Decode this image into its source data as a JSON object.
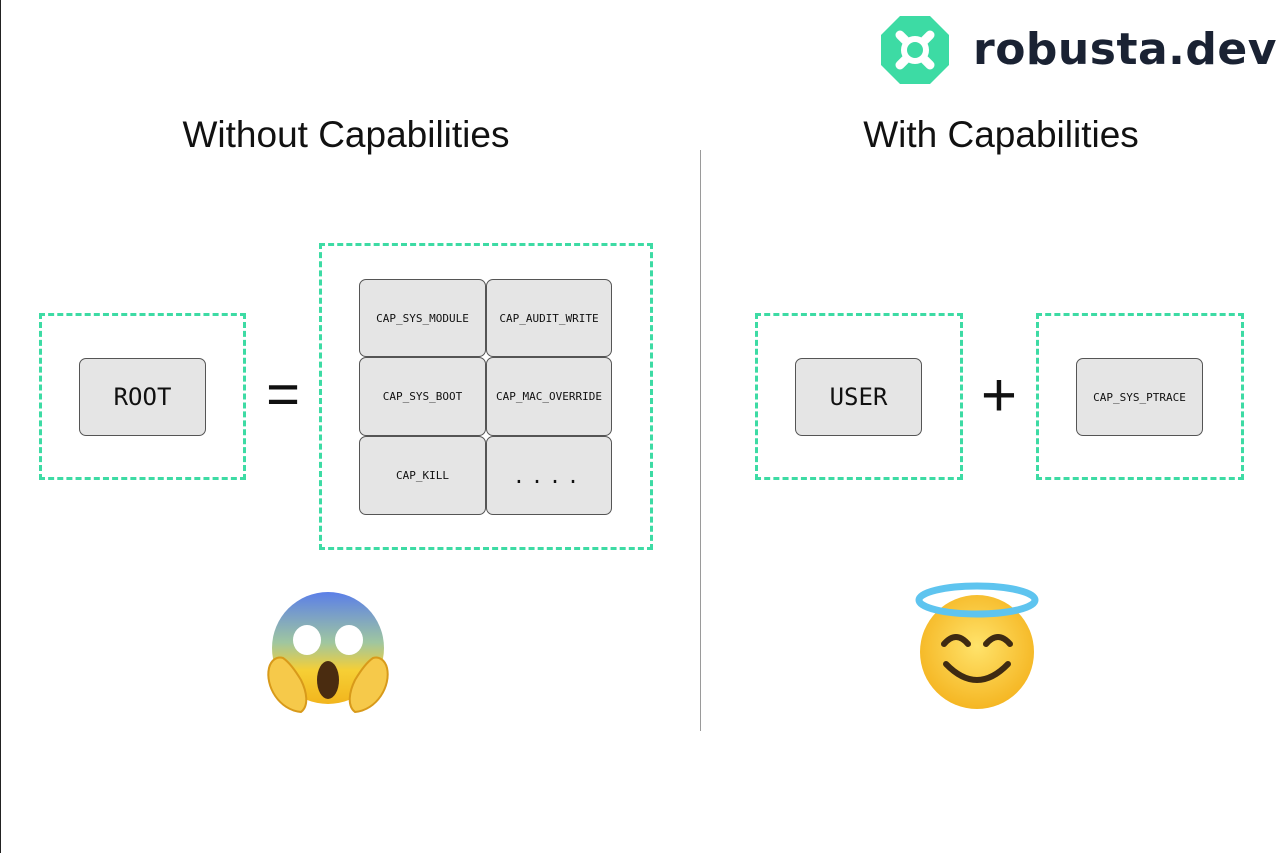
{
  "brand": {
    "name": "robusta.dev",
    "logo_icon": "robusta-logo-icon",
    "logo_color": "#3ddba4"
  },
  "left_panel": {
    "title": "Without Capabilities",
    "root_label": "ROOT",
    "operator": "=",
    "capabilities": [
      "CAP_SYS_MODULE",
      "CAP_AUDIT_WRITE",
      "CAP_SYS_BOOT",
      "CAP_MAC_OVERRIDE",
      "CAP_KILL",
      "...."
    ],
    "emoji": "face-screaming-in-fear-icon"
  },
  "right_panel": {
    "title": "With Capabilities",
    "user_label": "USER",
    "operator": "+",
    "capability": "CAP_SYS_PTRACE",
    "emoji": "smiling-face-with-halo-icon"
  },
  "colors": {
    "dash": "#3ddba4",
    "box_fill": "#e5e5e5",
    "brand_text": "#1a2233"
  }
}
